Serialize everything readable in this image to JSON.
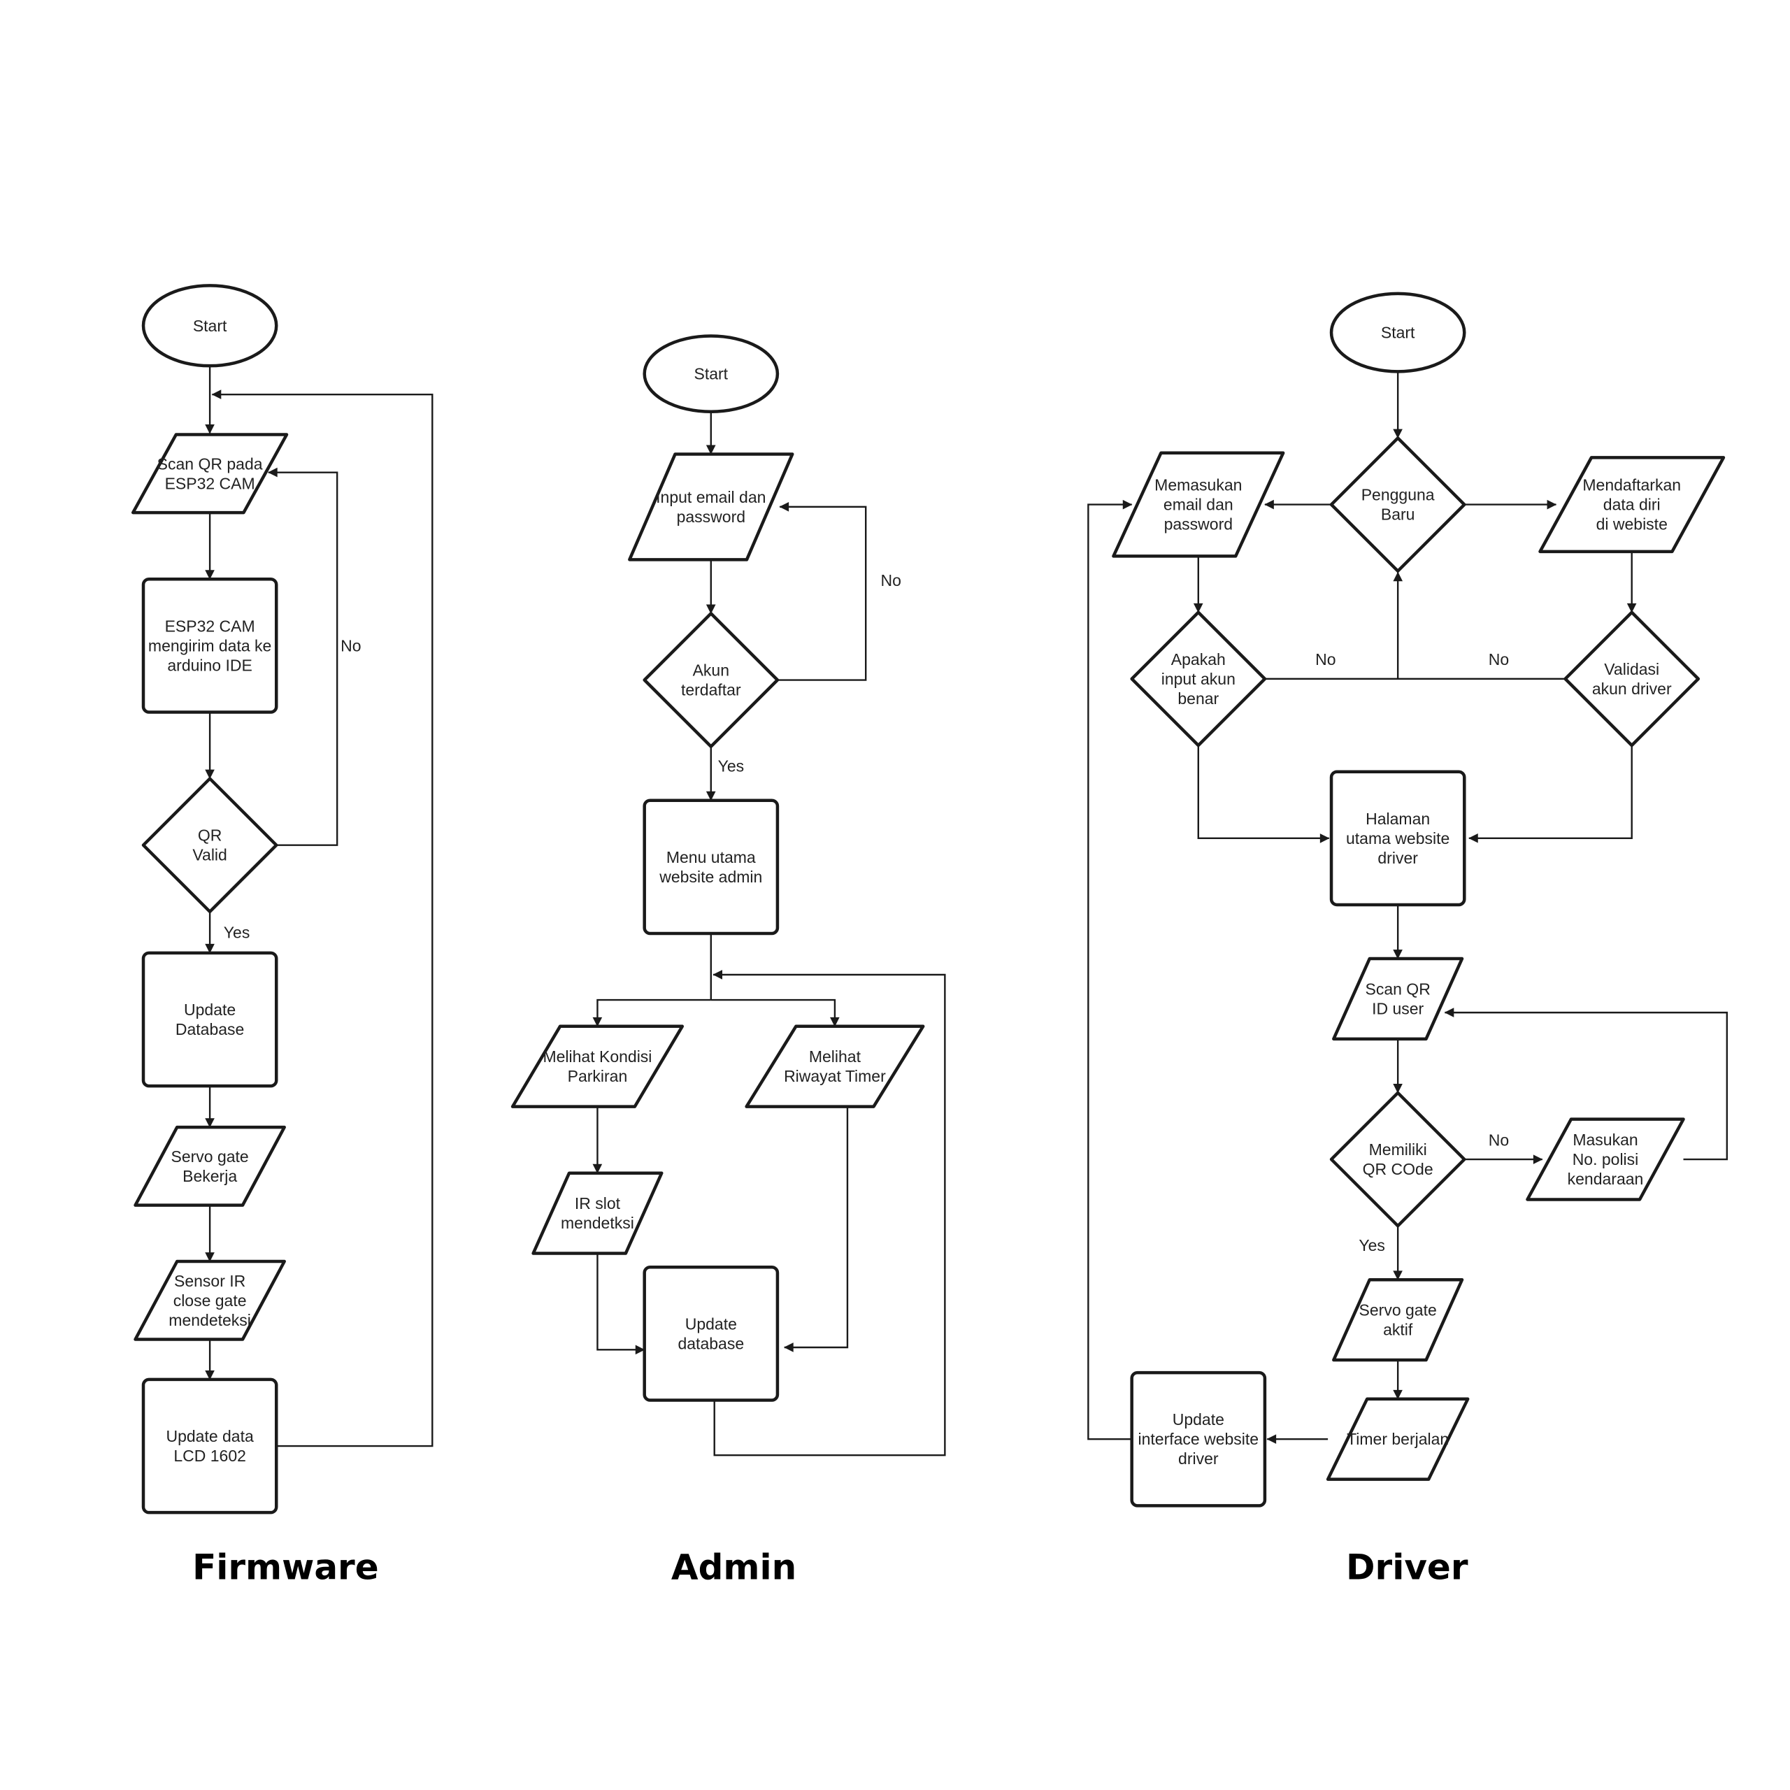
{
  "columns": [
    {
      "title": "Firmware"
    },
    {
      "title": "Admin"
    },
    {
      "title": "Driver"
    }
  ],
  "firmware": {
    "start": [
      "Start"
    ],
    "scan_qr": [
      "Scan QR pada",
      "ESP32 CAM"
    ],
    "send_data": [
      "ESP32 CAM",
      "mengirim data ke",
      "arduino IDE"
    ],
    "qr_valid": [
      "QR",
      "Valid"
    ],
    "update_db": [
      "Update",
      "Database"
    ],
    "servo_gate": [
      "Servo gate",
      "Bekerja"
    ],
    "sensor_ir": [
      "Sensor IR",
      "close gate",
      "mendeteksi"
    ],
    "update_lcd": [
      "Update data",
      "LCD 1602"
    ],
    "label_no": "No",
    "label_yes": "Yes"
  },
  "admin": {
    "start": [
      "Start"
    ],
    "input_login": [
      "Input email dan",
      "password"
    ],
    "akun_terdaftar": [
      "Akun",
      "terdaftar"
    ],
    "menu_utama": [
      "Menu utama",
      "website admin"
    ],
    "kondisi_parkiran": [
      "Melihat Kondisi",
      "Parkiran"
    ],
    "riwayat_timer": [
      "Melihat",
      "Riwayat Timer"
    ],
    "ir_slot": [
      "IR slot",
      "mendetksi"
    ],
    "update_db": [
      "Update",
      "database"
    ],
    "label_no": "No",
    "label_yes": "Yes"
  },
  "driver": {
    "start": [
      "Start"
    ],
    "pengguna_baru": [
      "Pengguna",
      "Baru"
    ],
    "memasukan_login": [
      "Memasukan",
      "email dan",
      "password"
    ],
    "mendaftarkan": [
      "Mendaftarkan",
      "data diri",
      "di webiste"
    ],
    "input_benar": [
      "Apakah",
      "input akun",
      "benar"
    ],
    "validasi": [
      "Validasi",
      "akun driver"
    ],
    "halaman_utama": [
      "Halaman",
      "utama website",
      "driver"
    ],
    "scan_qr": [
      "Scan QR",
      "ID user"
    ],
    "memiliki_qr": [
      "Memiliki",
      "QR COde"
    ],
    "masukan_nopol": [
      "Masukan",
      "No. polisi",
      "kendaraan"
    ],
    "servo_gate": [
      "Servo gate",
      "aktif"
    ],
    "timer": [
      "Timer berjalan"
    ],
    "update_interface": [
      "Update",
      "interface website",
      "driver"
    ],
    "label_no_left": "No",
    "label_no_right": "No",
    "label_no_qr": "No",
    "label_yes": "Yes"
  }
}
